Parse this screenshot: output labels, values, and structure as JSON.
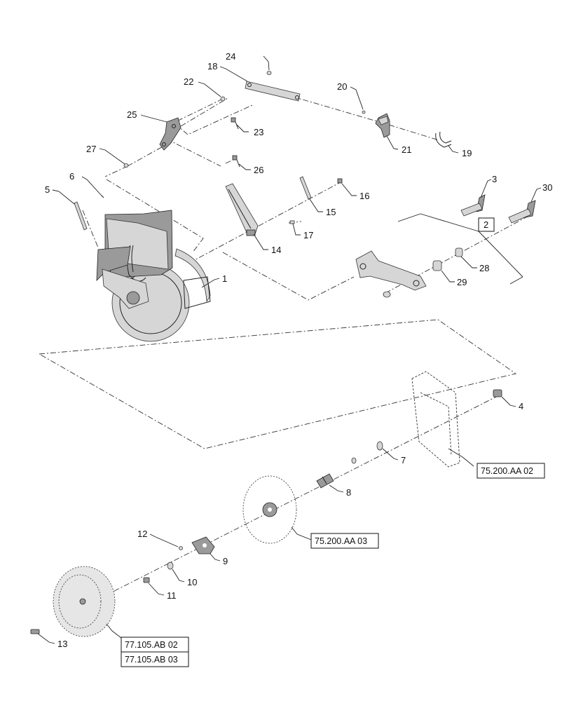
{
  "callouts": {
    "c1": "1",
    "c2": "2",
    "c3": "3",
    "c4": "4",
    "c5": "5",
    "c6": "6",
    "c7": "7",
    "c8": "8",
    "c9": "9",
    "c10": "10",
    "c11": "11",
    "c12": "12",
    "c13": "13",
    "c14": "14",
    "c15": "15",
    "c16": "16",
    "c17": "17",
    "c18": "18",
    "c19": "19",
    "c20": "20",
    "c21": "21",
    "c22": "22",
    "c23": "23",
    "c24": "24",
    "c25": "25",
    "c26": "26",
    "c27": "27",
    "c28": "28",
    "c29": "29",
    "c30": "30"
  },
  "references": {
    "r_75200aa02": "75.200.AA 02",
    "r_75200aa03": "75.200.AA 03",
    "r_77105ab02": "77.105.AB 02",
    "r_77105ab03": "77.105.AB 03"
  }
}
